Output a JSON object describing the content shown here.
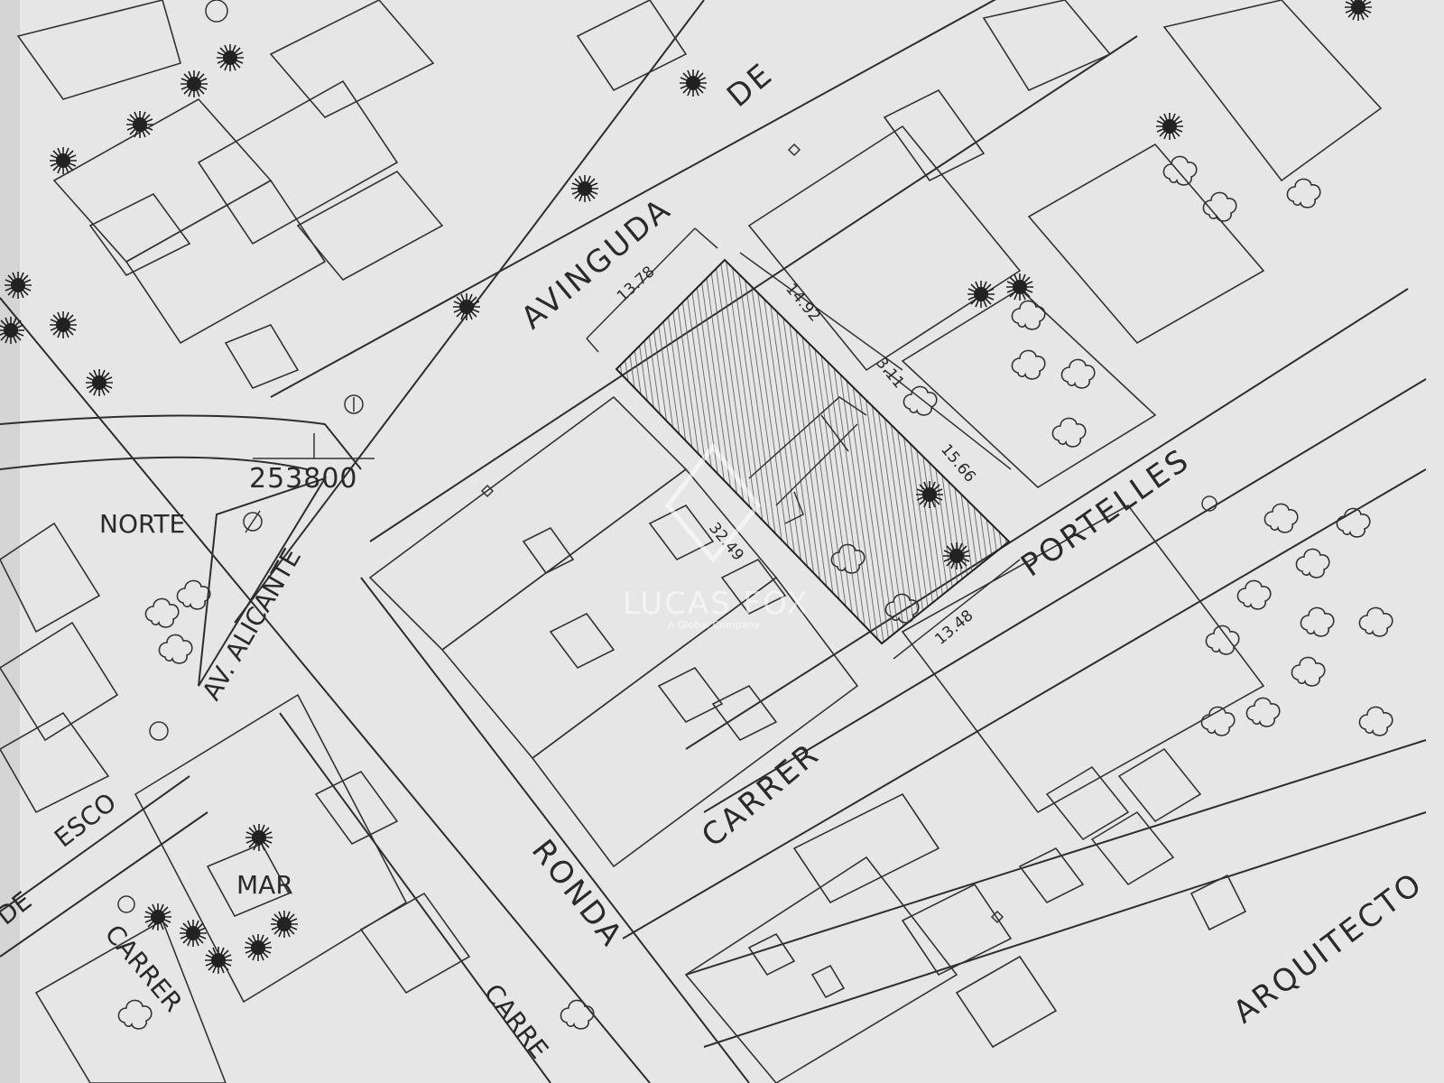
{
  "map": {
    "streets": [
      {
        "name": "AVINGUDA",
        "key": "avinguda"
      },
      {
        "name": "DE",
        "key": "de_top"
      },
      {
        "name": "PORTELLES",
        "key": "portelles"
      },
      {
        "name": "CARRER",
        "key": "carrer_mid"
      },
      {
        "name": "RONDA",
        "key": "ronda"
      },
      {
        "name": "ARQUITECTO",
        "key": "arquitecto"
      },
      {
        "name": "AV. ALICANTE",
        "key": "alicante"
      },
      {
        "name": "ESCO",
        "key": "escol"
      },
      {
        "name": "DE",
        "key": "de_left"
      },
      {
        "name": "CARRER",
        "key": "carrer_bl"
      },
      {
        "name": "CARRE",
        "key": "carre_bottom"
      },
      {
        "name": "MAR",
        "key": "mar"
      }
    ],
    "labels": {
      "north": "NORTE",
      "coordinate": "253800"
    },
    "dimensions": [
      {
        "value": "13.78",
        "key": "d1"
      },
      {
        "value": "14.92",
        "key": "d2"
      },
      {
        "value": "3.11",
        "key": "d3"
      },
      {
        "value": "15.66",
        "key": "d4"
      },
      {
        "value": "32.49",
        "key": "d5"
      },
      {
        "value": "13.48",
        "key": "d6"
      }
    ],
    "watermark": {
      "brand": "LUCAS FOX",
      "tagline": "A Global Company"
    },
    "colors": {
      "paper": "#e6e6e6",
      "ink": "#2e2e2e",
      "hatch": "#555555"
    }
  }
}
